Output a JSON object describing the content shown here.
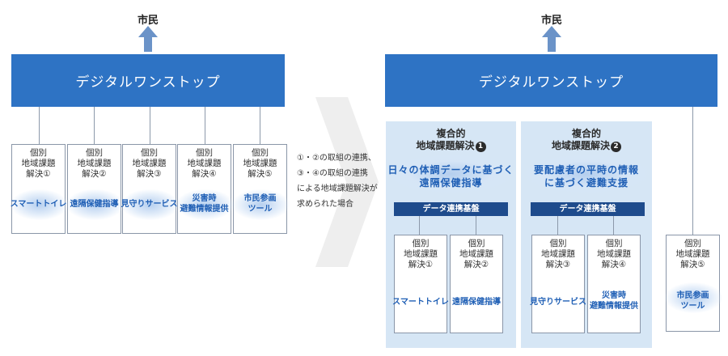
{
  "left": {
    "citizen": "市民",
    "banner": "デジタルワンストップ",
    "cards": [
      {
        "title": "個別\n地域課題\n解決①",
        "tool": "スマートトイレ"
      },
      {
        "title": "個別\n地域課題\n解決②",
        "tool": "遠隔保健指導"
      },
      {
        "title": "個別\n地域課題\n解決③",
        "tool": "見守りサービス"
      },
      {
        "title": "個別\n地域課題\n解決④",
        "tool": "災害時\n避難情報提供"
      },
      {
        "title": "個別\n地域課題\n解決⑤",
        "tool": "市民参画\nツール"
      }
    ]
  },
  "middle": {
    "lines": [
      "①・②の取組の連携、",
      "③・④の取組の連携",
      "による地域課題解決が",
      "求められた場合"
    ]
  },
  "right": {
    "citizen": "市民",
    "banner": "デジタルワンストップ",
    "panels": [
      {
        "title": "複合的\n地域課題解決",
        "badge": "1",
        "desc": "日々の体調データに基づく\n遠隔保健指導",
        "platform": "データ連携基盤",
        "cards": [
          {
            "title": "個別\n地域課題\n解決①",
            "tool": "スマートトイレ"
          },
          {
            "title": "個別\n地域課題\n解決②",
            "tool": "遠隔保健指導"
          }
        ]
      },
      {
        "title": "複合的\n地域課題解決",
        "badge": "2",
        "desc": "要配慮者の平時の情報\nに基づく避難支援",
        "platform": "データ連携基盤",
        "cards": [
          {
            "title": "個別\n地域課題\n解決③",
            "tool": "見守りサービス"
          },
          {
            "title": "個別\n地域課題\n解決④",
            "tool": "災害時\n避難情報提供"
          }
        ]
      }
    ],
    "standalone": {
      "title": "個別\n地域課題\n解決⑤",
      "tool": "市民参画\nツール"
    }
  },
  "colors": {
    "banner": "#2e73c4",
    "arrow": "#6b93c8",
    "panel": "#d6e6f5",
    "platform": "#1e4b8c",
    "tool_text": "#1f5fb5",
    "transition_arrow": "#eeeeee"
  }
}
